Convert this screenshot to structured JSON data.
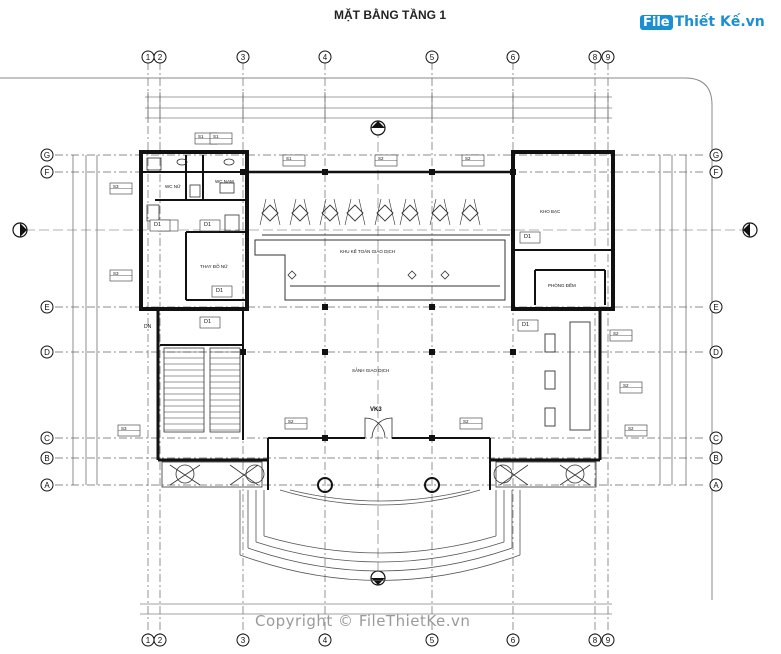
{
  "title": "MẶT BẰNG TẦNG 1",
  "brand": {
    "box": "File",
    "text": "Thiết Kế.vn"
  },
  "copyright": "Copyright © FileThietKe.vn",
  "grid_columns": [
    "1",
    "2",
    "3",
    "4",
    "5",
    "6",
    "8",
    "9"
  ],
  "grid_rows": [
    "G",
    "F",
    "E",
    "D",
    "C",
    "B",
    "A"
  ],
  "rooms": {
    "wc_nu": "WC NỮ",
    "wc_nam": "WC NAM",
    "thay_do_nu": "THAY ĐỒ NỮ",
    "kho_bac": "KHO BẠC",
    "phong_dem": "PHÒNG ĐẾM",
    "khu_ke_toan": "KHU KẾ TOÁN GIAO DỊCH",
    "sanh_giao_dich": "SẢNH GIAO DỊCH",
    "up": "DN"
  },
  "door_tags": [
    "D1",
    "D1",
    "D1",
    "D1",
    "D1",
    "D1",
    "D1"
  ],
  "window_tags": [
    "S1",
    "S1",
    "S1",
    "S2",
    "S2",
    "S3",
    "S3",
    "S3",
    "S2",
    "S2",
    "S2",
    "S2",
    "S2"
  ],
  "stair_tag": "VK3",
  "colors": {
    "line": "#333333",
    "wall": "#111111",
    "dash": "#666666",
    "brand": "#1a8fd1"
  }
}
